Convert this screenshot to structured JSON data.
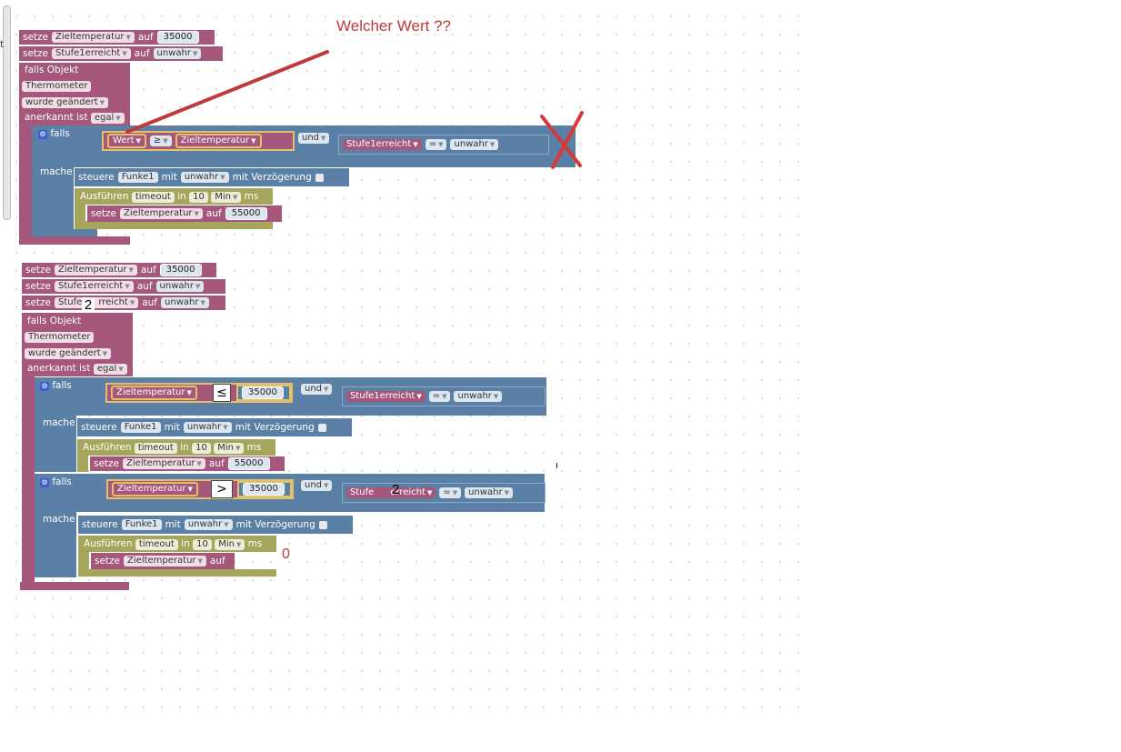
{
  "annotation": {
    "question": "Welcher Wert ??",
    "mark_two": "2",
    "mark_zero": "0",
    "stray_t": "t",
    "stray_tick": "ı"
  },
  "labels": {
    "setze": "setze",
    "auf": "auf",
    "falls_objekt": "falls Objekt",
    "thermometer": "Thermometer",
    "wurde_geaendert": "wurde geändert",
    "anerkannt_ist": "anerkannt ist",
    "egal": "egal",
    "falls": "falls",
    "mache": "mache",
    "und": "und",
    "steuere": "steuere",
    "funke1": "Funke1",
    "mit": "mit",
    "unwahr": "unwahr",
    "mit_verzoegerung": "mit Verzögerung",
    "ausfuehren": "Ausführen",
    "timeout": "timeout",
    "in": "in",
    "ten": "10",
    "min": "Min",
    "ms": "ms",
    "wert": "Wert",
    "zieltemperatur": "Zieltemperatur",
    "stufe1erreicht": "Stufe1erreicht",
    "stufe_partial": "Stufe",
    "stufe_partial_end": "rreicht",
    "stufe_prefix": "Stufe",
    "stufe_suffix": "erreicht",
    "ge": "≥",
    "le": "≤",
    "gt": ">",
    "eq": "=",
    "v35000": "35000",
    "v55000": "55000"
  },
  "colors": {
    "logic": "#5b80a5",
    "variables": "#a5577c",
    "timeouts": "#a5a55b",
    "annotation": "#c0393b"
  },
  "icons": [
    "gear-icon",
    "dropdown-arrow-icon",
    "checkbox-icon",
    "cross-icon",
    "arrow-line-icon"
  ]
}
